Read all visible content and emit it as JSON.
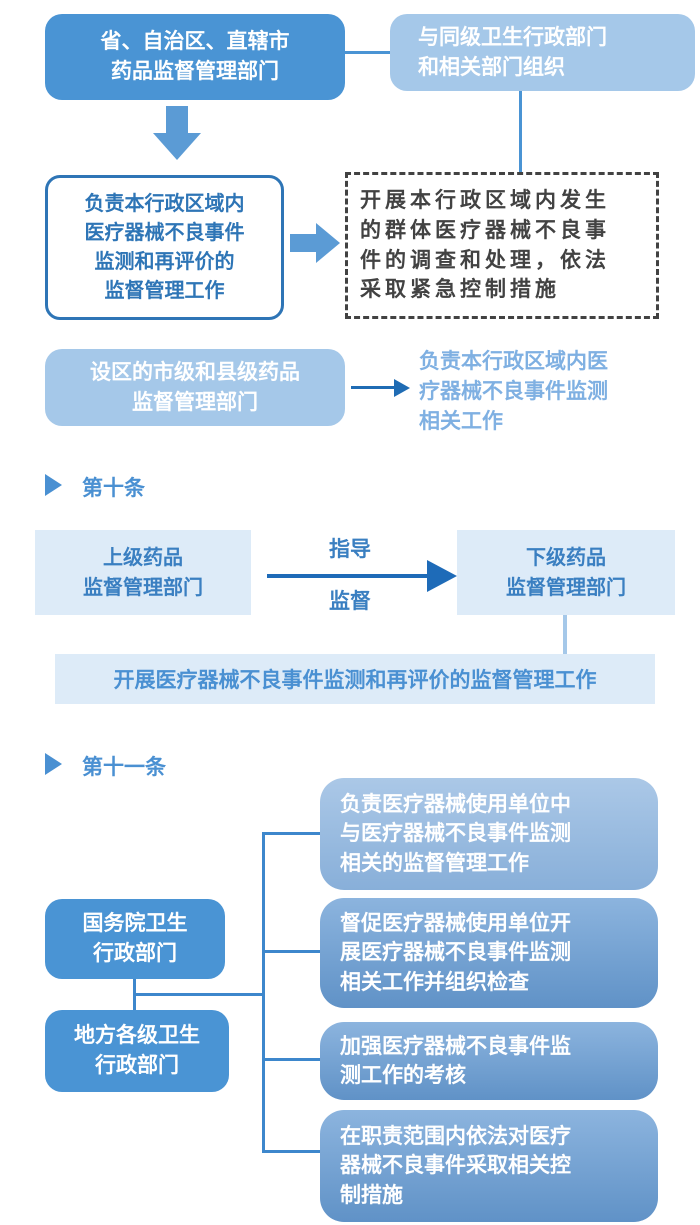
{
  "article9": {
    "province_box": "省、自治区、直辖市\n药品监督管理部门",
    "health_dept_box": "与同级卫生行政部门\n和相关部门组织",
    "duty_box": "负责本行政区域内\n医疗器械不良事件\n监测和再评价的\n监督管理工作",
    "group_event_box": "开展本行政区域内发生\n的群体医疗器械不良事\n件的调查和处理，依法\n采取紧急控制措施",
    "city_county_box": "设区的市级和县级药品\n监督管理部门",
    "city_county_duty": "负责本行政区域内医\n疗器械不良事件监测\n相关工作"
  },
  "article10": {
    "heading": "第十条",
    "upper_box": "上级药品\n监督管理部门",
    "arrow_label_top": "指导",
    "arrow_label_bottom": "监督",
    "lower_box": "下级药品\n监督管理部门",
    "work_bar": "开展医疗器械不良事件监测和再评价的监督管理工作"
  },
  "article11": {
    "heading": "第十一条",
    "state_council_box": "国务院卫生\n行政部门",
    "local_box": "地方各级卫生\n行政部门",
    "duties": [
      "负责医疗器械使用单位中\n与医疗器械不良事件监测\n相关的监督管理工作",
      "督促医疗器械使用单位开\n展医疗器械不良事件监测\n相关工作并组织检查",
      "加强医疗器械不良事件监\n测工作的考核",
      "在职责范围内依法对医疗\n器械不良事件采取相关控\n制措施"
    ]
  },
  "colors": {
    "solid_blue": "#4a94d4",
    "light_blue": "#a5c8e9",
    "pale_blue": "#ddebf8",
    "outline_blue": "#2e75b6",
    "arrow_blue": "#1e6bb8",
    "block_arrow_blue": "#5b9bd5",
    "connector_blue": "#3d87cc",
    "dashed_gray": "#424242",
    "light_text_blue": "#7fb0e2",
    "duty_gradient_light_top": "#abc8e7",
    "duty_gradient_light_bottom": "#88afd9",
    "duty_gradient_mid_top": "#8cb4de",
    "duty_gradient_mid_bottom": "#6092c7"
  }
}
